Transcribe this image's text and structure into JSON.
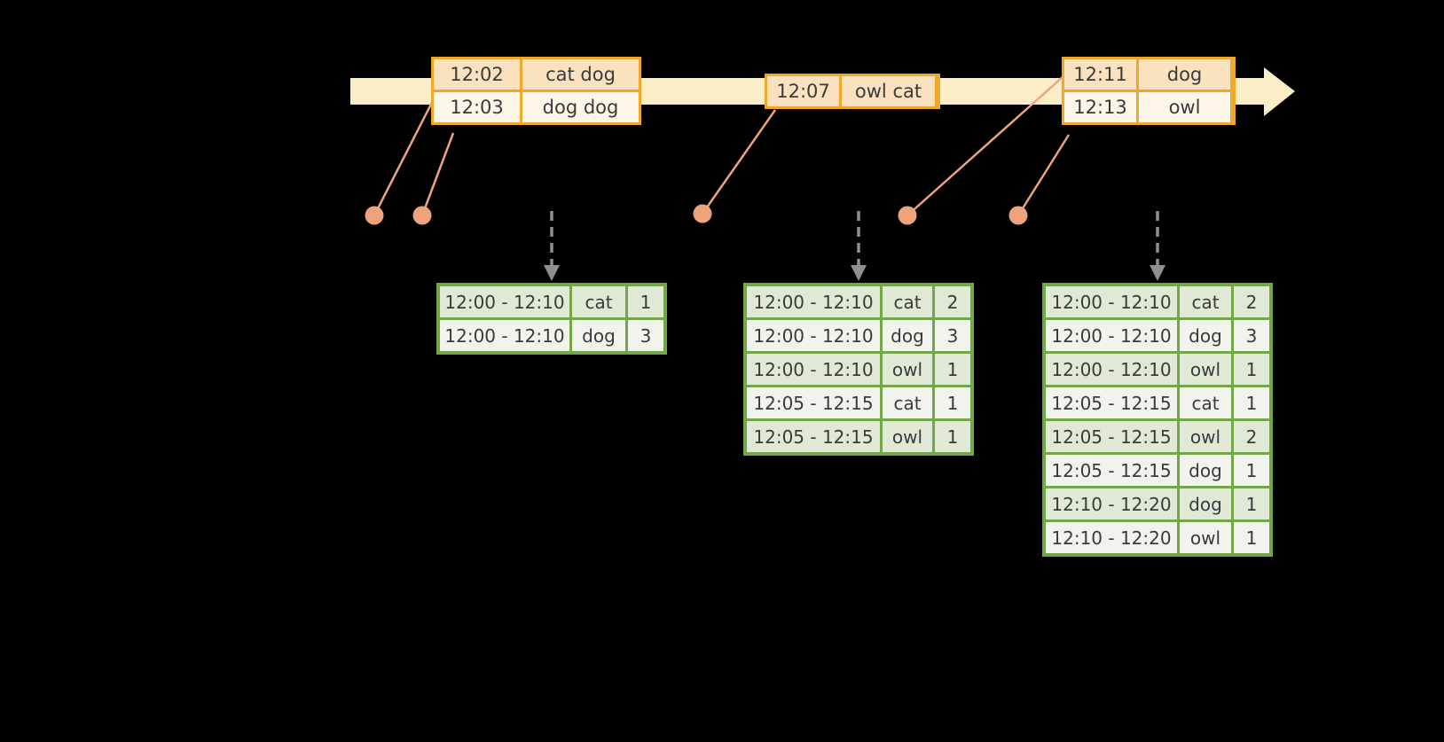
{
  "palette": {
    "background": "#000000",
    "timeline_bar": "#faedc8",
    "event_border": "#f0a828",
    "event_row_dark": "#fae2c0",
    "event_row_light": "#fdf5e7",
    "connector": "#eda47d",
    "table_border": "#72a647",
    "table_row_dark": "#dfe9d6",
    "table_row_light": "#f0f4ec",
    "arrow_gray": "#8f8f8f",
    "text": "#3a3a3a"
  },
  "timeline": {
    "events": [
      {
        "rows": [
          {
            "time": "12:02",
            "words": "cat dog"
          },
          {
            "time": "12:03",
            "words": "dog dog"
          }
        ]
      },
      {
        "rows": [
          {
            "time": "12:07",
            "words": "owl cat"
          }
        ]
      },
      {
        "rows": [
          {
            "time": "12:11",
            "words": "dog"
          },
          {
            "time": "12:13",
            "words": "owl"
          }
        ]
      }
    ]
  },
  "result_tables": [
    {
      "rows": [
        [
          "12:00 - 12:10",
          "cat",
          "1"
        ],
        [
          "12:00 - 12:10",
          "dog",
          "3"
        ]
      ]
    },
    {
      "rows": [
        [
          "12:00 - 12:10",
          "cat",
          "2"
        ],
        [
          "12:00 - 12:10",
          "dog",
          "3"
        ],
        [
          "12:00 - 12:10",
          "owl",
          "1"
        ],
        [
          "12:05 - 12:15",
          "cat",
          "1"
        ],
        [
          "12:05 - 12:15",
          "owl",
          "1"
        ]
      ]
    },
    {
      "rows": [
        [
          "12:00 - 12:10",
          "cat",
          "2"
        ],
        [
          "12:00 - 12:10",
          "dog",
          "3"
        ],
        [
          "12:00 - 12:10",
          "owl",
          "1"
        ],
        [
          "12:05 - 12:15",
          "cat",
          "1"
        ],
        [
          "12:05 - 12:15",
          "owl",
          "2"
        ],
        [
          "12:05 - 12:15",
          "dog",
          "1"
        ],
        [
          "12:10 - 12:20",
          "dog",
          "1"
        ],
        [
          "12:10 - 12:20",
          "owl",
          "1"
        ]
      ]
    }
  ]
}
